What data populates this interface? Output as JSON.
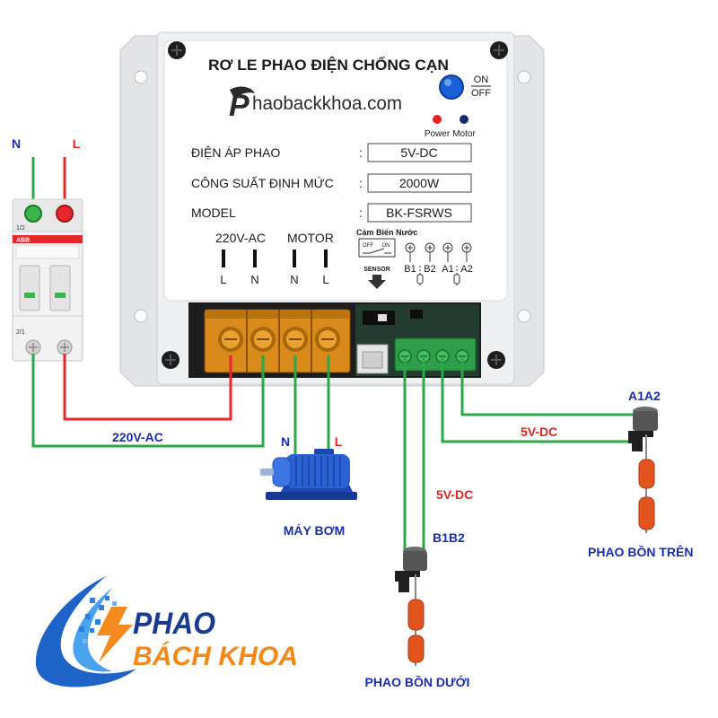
{
  "supply": {
    "neutral": "N",
    "line": "L"
  },
  "breaker": {
    "brand": "ABB",
    "top_mark": "1/2",
    "bottom_mark": "2/1"
  },
  "device": {
    "title": "RƠ LE PHAO ĐIỆN CHỐNG CẠN",
    "switch": {
      "on": "ON",
      "off": "OFF"
    },
    "brand": {
      "logo_letter": "P",
      "text": "haobackkhoa.com"
    },
    "leds": {
      "power": "Power",
      "motor": "Motor"
    },
    "specs": [
      {
        "label": "ĐIỆN ÁP PHAO",
        "separator": ":",
        "value": "5V-DC"
      },
      {
        "label": "CÔNG SUẤT ĐỊNH MỨC",
        "separator": ":",
        "value": "2000W"
      },
      {
        "label": "MODEL",
        "separator": ":",
        "value": "BK-FSRWS"
      }
    ],
    "power_group": "220V-AC",
    "motor_group": "MOTOR",
    "terminals": [
      "L",
      "N",
      "N",
      "L"
    ],
    "sensor": {
      "title": "Cảm Biến Nước",
      "off": "OFF",
      "on": "ON",
      "label": "SENSOR"
    },
    "float_terminals": [
      "B1",
      "B2",
      "A1",
      "A2"
    ]
  },
  "wiring": {
    "supply_label": "220V-AC",
    "pump": {
      "neutral": "N",
      "line": "L",
      "name": "MÁY BƠM"
    },
    "lower_float": {
      "voltage": "5V-DC",
      "id": "B1B2",
      "name": "PHAO BỒN DƯỚI"
    },
    "upper_float": {
      "voltage": "5V-DC",
      "id": "A1A2",
      "name": "PHAO BỒN TRÊN"
    }
  },
  "logo": {
    "line1": "PHAO",
    "line2": "BÁCH KHOA"
  },
  "colors": {
    "neutral_wire": "#2aa84a",
    "line_wire": "#e8262b",
    "label_blue": "#1a2ea8",
    "label_red": "#e02424",
    "terminal_orange": "#d98a1a",
    "terminal_green": "#2e9e4a",
    "pump_blue": "#2a62d6",
    "float_orange": "#e2541e",
    "logo_blue": "#1a3b8f",
    "logo_orange": "#f08a1d"
  }
}
